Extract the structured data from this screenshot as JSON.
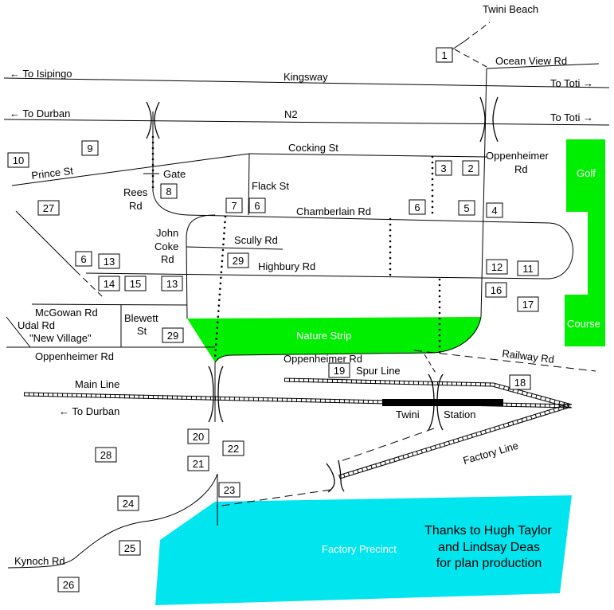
{
  "colors": {
    "background": "#ffffff",
    "line": "#000000",
    "green": "#00ee00",
    "cyan": "#00e5ee",
    "white_text": "#ffffff"
  },
  "roads": {
    "twini_beach": "Twini Beach",
    "ocean_view_rd": "Ocean View Rd",
    "to_isipingo": "← To Isipingo",
    "kingsway": "Kingsway",
    "to_toti_1": "To Toti →",
    "to_durban_n2": "← To Durban",
    "n2": "N2",
    "to_toti_2": "To Toti →",
    "cocking_st": "Cocking St",
    "oppenheimer_rd_line1": "Oppenheimer",
    "oppenheimer_rd_line2": "Rd",
    "prince_st": "Prince St",
    "gate": "Gate",
    "rees_rd_line1": "Rees",
    "rees_rd_line2": "Rd",
    "flack_st": "Flack St",
    "chamberlain_rd": "Chamberlain Rd",
    "john_coke_rd_line1": "John",
    "john_coke_rd_line2": "Coke",
    "john_coke_rd_line3": "Rd",
    "scully_rd": "Scully Rd",
    "highbury_rd": "Highbury Rd",
    "mcgowan_rd": "McGowan Rd",
    "udal_rd": "Udal Rd",
    "new_village": "\"New Village\"",
    "blewett_st_line1": "Blewett",
    "blewett_st_line2": "St",
    "oppenheimer_rd_left": "Oppenheimer Rd",
    "oppenheimer_rd_mid": "Oppenheimer Rd",
    "railway_rd": "Railway Rd",
    "spur_line": "Spur Line",
    "main_line": "Main Line",
    "to_durban_rail": "← To Durban",
    "twini_station_a": "Twini",
    "twini_station_b": "Station",
    "factory_line": "Factory Line",
    "kynoch_rd": "Kynoch Rd"
  },
  "areas": {
    "nature_strip": "Nature Strip",
    "golf": "Golf",
    "course": "Course",
    "factory_precinct": "Factory Precinct"
  },
  "credits": {
    "line1": "Thanks to Hugh Taylor",
    "line2": "and Lindsay Deas",
    "line3": "for plan production"
  },
  "markers": {
    "m1": "1",
    "m2": "2",
    "m3": "3",
    "m4": "4",
    "m5": "5",
    "m6a": "6",
    "m6b": "6",
    "m6c": "6",
    "m7": "7",
    "m8": "8",
    "m9": "9",
    "m10": "10",
    "m11": "11",
    "m12": "12",
    "m13a": "13",
    "m13b": "13",
    "m14": "14",
    "m15": "15",
    "m16": "16",
    "m17": "17",
    "m18": "18",
    "m19": "19",
    "m20": "20",
    "m21": "21",
    "m22": "22",
    "m23": "23",
    "m24": "24",
    "m25": "25",
    "m26": "26",
    "m27": "27",
    "m28": "28",
    "m29a": "29",
    "m29b": "29"
  }
}
